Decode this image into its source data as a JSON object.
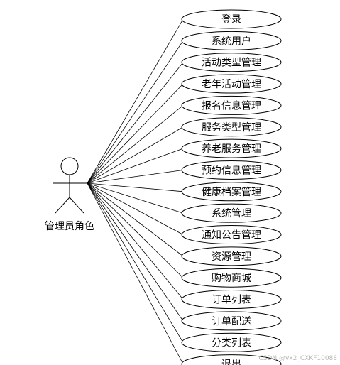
{
  "actor": {
    "label": "管理员角色"
  },
  "use_cases": [
    {
      "label": "登录"
    },
    {
      "label": "系统用户"
    },
    {
      "label": "活动类型管理"
    },
    {
      "label": "老年活动管理"
    },
    {
      "label": "报名信息管理"
    },
    {
      "label": "服务类型管理"
    },
    {
      "label": "养老服务管理"
    },
    {
      "label": "预约信息管理"
    },
    {
      "label": "健康档案管理"
    },
    {
      "label": "系统管理"
    },
    {
      "label": "通知公告管理"
    },
    {
      "label": "资源管理"
    },
    {
      "label": "购物商城"
    },
    {
      "label": "订单列表"
    },
    {
      "label": "订单配送"
    },
    {
      "label": "分类列表"
    },
    {
      "label": "退出"
    }
  ],
  "watermark": "CSDN @vx2_CXKF10088"
}
